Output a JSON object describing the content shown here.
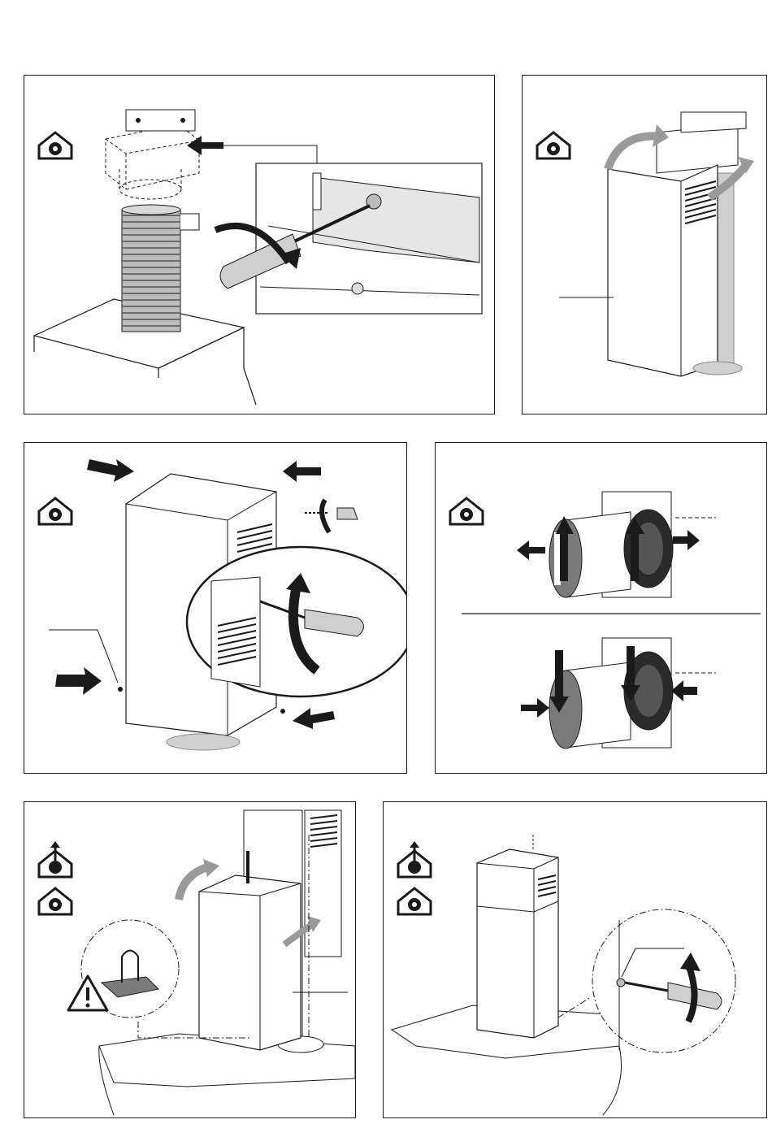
{
  "document": {
    "type": "installation-instructions",
    "pages_visible": 1
  },
  "panels": [
    {
      "id": "duct-and-bracket",
      "icon": "house-recirculation-icon"
    },
    {
      "id": "upper-chimney-slide",
      "icon": "house-recirculation-icon"
    },
    {
      "id": "chimney-screws",
      "icon": "house-recirculation-icon"
    },
    {
      "id": "motor-filter-rotation",
      "icon": "house-recirculation-icon"
    },
    {
      "id": "lower-chimney-fit",
      "icons": [
        "house-extraction-icon",
        "house-recirculation-icon"
      ],
      "warning": "warning-triangle-icon"
    },
    {
      "id": "final-screw-fix",
      "icons": [
        "house-extraction-icon",
        "house-recirculation-icon"
      ]
    }
  ],
  "colors": {
    "line": "#1a1a1a",
    "arrow_gray": "#9a9a9a",
    "fill_gray": "#d9d9d9",
    "dark": "#2b2b2b"
  }
}
